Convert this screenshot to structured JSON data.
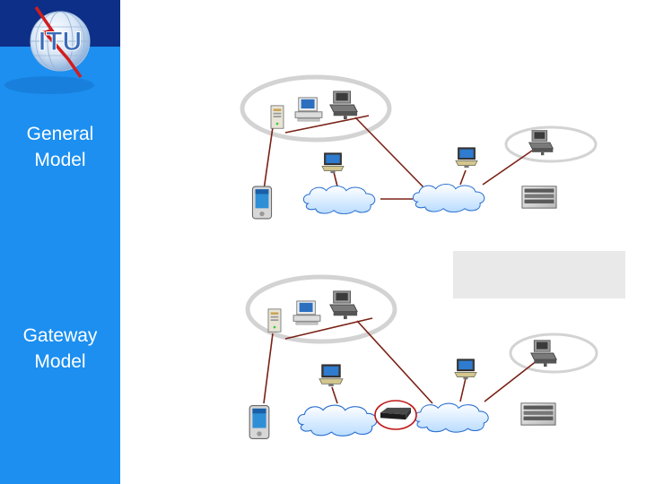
{
  "sidebar": {
    "logo_text": "ITU",
    "labels": {
      "general": "General\nModel",
      "gateway": "Gateway\nModel"
    }
  },
  "icons": [
    "server-icon",
    "desktop-pc-icon",
    "network-printer-icon",
    "laptop-icon",
    "pda-icon",
    "cloud-icon",
    "gateway-router-icon",
    "rack-server-icon"
  ],
  "colors": {
    "sidebar": "#1c8ff0",
    "logo_band": "#0d2f87",
    "link": "#7a2216",
    "highlight_ellipse": "#d0d0d0",
    "gateway_ring": "#c01818",
    "cloud": "#cfe9ff"
  }
}
